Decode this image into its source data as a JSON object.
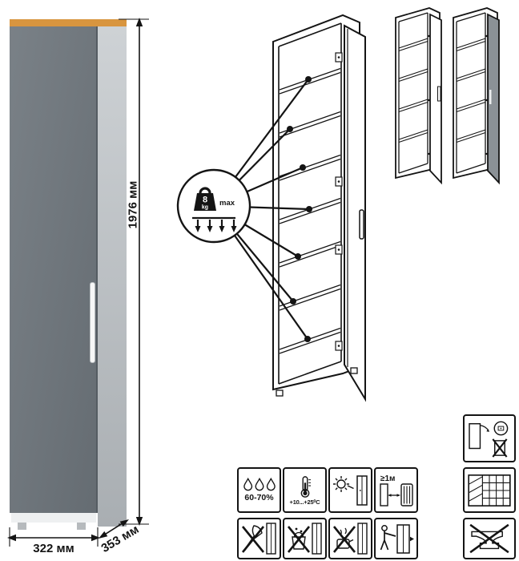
{
  "dimensions": {
    "height": "1976 мм",
    "width": "322 мм",
    "depth": "353 мм"
  },
  "shelf_load": {
    "value": "8",
    "unit": "kg",
    "max_label": "max"
  },
  "care_labels": {
    "humidity": "60-70%",
    "temperature": "+10...+25⁰С",
    "min_distance": "≥1м"
  },
  "colors": {
    "line": "#141414",
    "door-grey": "#6d747a",
    "side-grey": "#c6cacd",
    "wood-top": "#d8953f",
    "handle-white": "#f6f7f7",
    "mini-door-grey": "#8b9196"
  },
  "icons": {
    "humidity": "water-drops",
    "temperature": "thermometer",
    "sunlight": "sun-and-cabinet",
    "distance": "cabinet-radiator-distance",
    "panel": "hatched-grid-panel",
    "door_adjust": "door-with-hinge-detail",
    "axe": "no-sharp-tools",
    "washing": "no-aggressive-liquids",
    "hot": "no-hot-objects",
    "moving": "carry-furniture",
    "anvil": "no-heavy-impact",
    "load": "weight-8kg-max"
  }
}
